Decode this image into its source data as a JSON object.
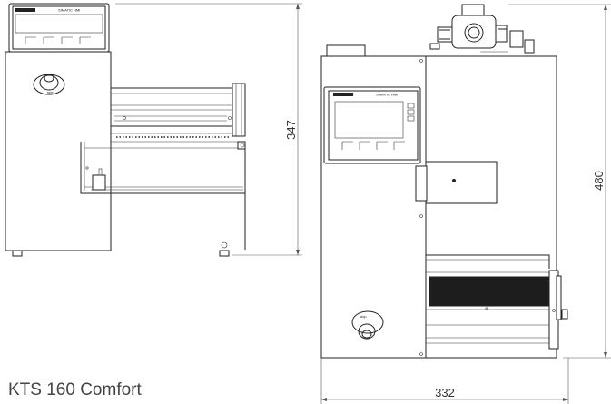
{
  "figure": {
    "caption": "KTS 160 Comfort",
    "dimensions": {
      "left_height": "347",
      "right_height": "480",
      "right_width": "332"
    },
    "hmi_panel_label": "SIMATIC HMI",
    "colors": {
      "line": "#222222",
      "background": "#ffffff",
      "caption": "#444444"
    }
  }
}
